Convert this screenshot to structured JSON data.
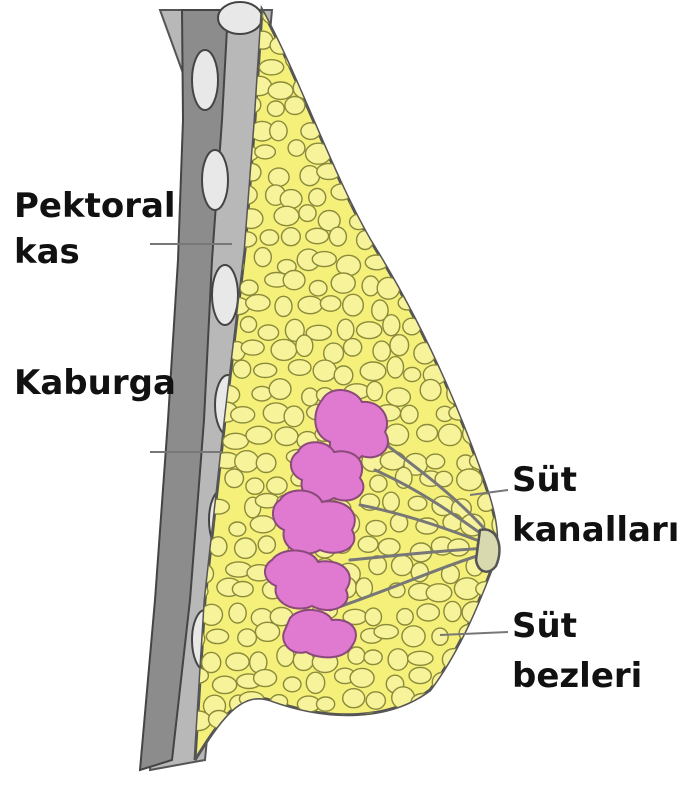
{
  "labels": {
    "pectoral_line1": "Pektoral",
    "pectoral_line2": "kas",
    "rib": "Kaburga",
    "ducts_line1": "Süt",
    "ducts_line2": "kanalları",
    "glands_line1": "Süt",
    "glands_line2": "bezleri"
  },
  "colors": {
    "fat": "#f4f07a",
    "fat_outline": "#8a8a3a",
    "gland": "#e07ad0",
    "gland_outline": "#8a4a7a",
    "muscle": "#8c8c8c",
    "chest_wall": "#b8b8b8",
    "skin_outline": "#555555",
    "leader_line": "#777777"
  }
}
